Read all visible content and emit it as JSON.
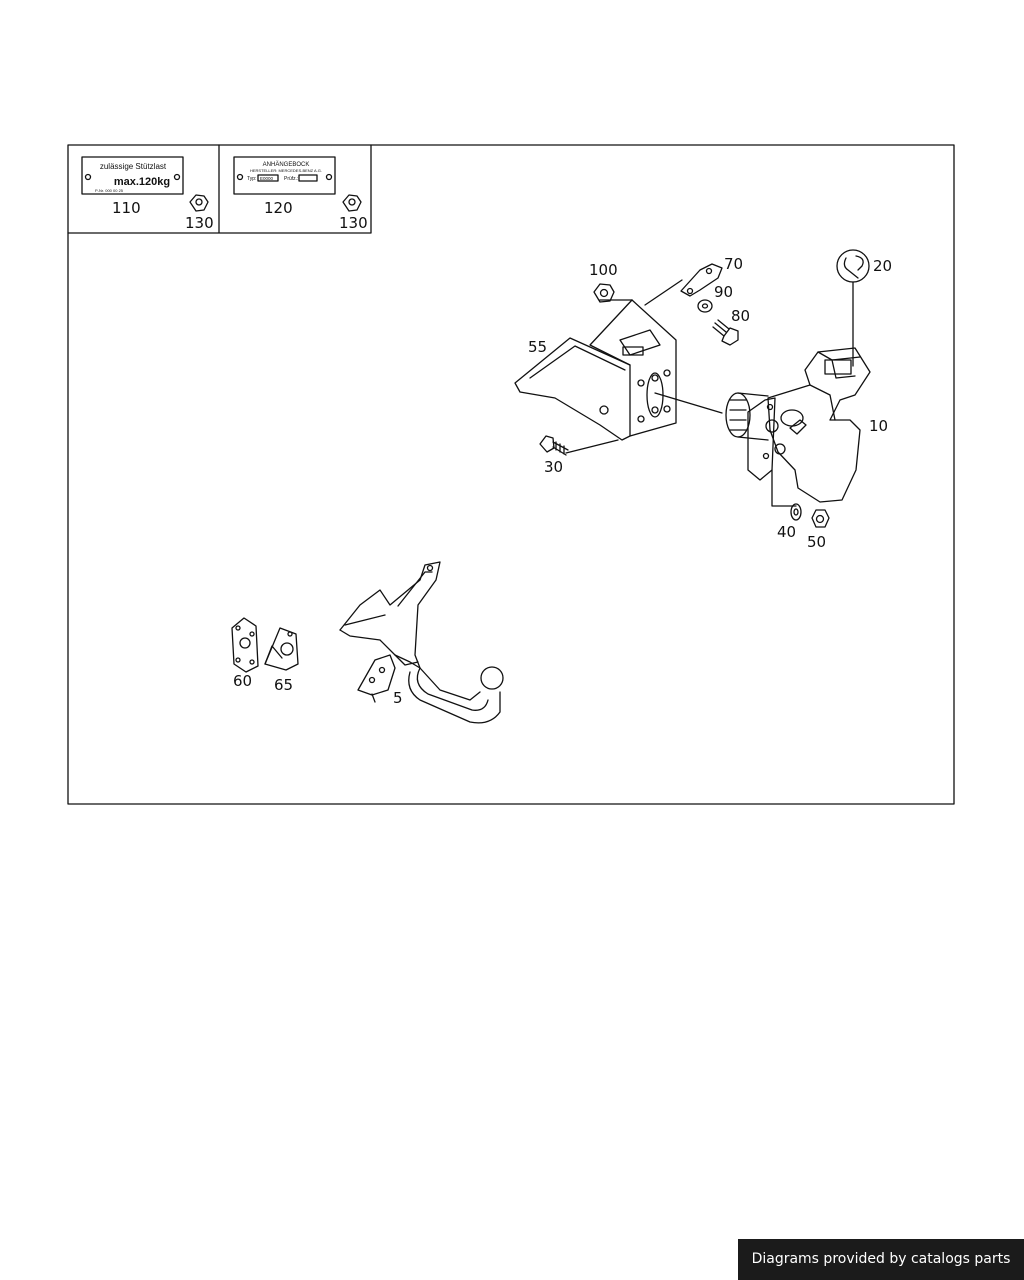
{
  "plates": {
    "load_plate": {
      "line1": "zulässige Stützlast",
      "line2": "max.120kg",
      "line3": "P-Nr. 000 00 25"
    },
    "id_plate": {
      "line1": "ANHÄNGEBOCK",
      "line2": "HERSTELLER: MERCEDES-BENZ A.G.",
      "type_label": "Typ:",
      "type_value": "E0000",
      "pruef_label": "Prüfz.:"
    }
  },
  "callouts": {
    "c110": "110",
    "c130a": "130",
    "c120": "120",
    "c130b": "130",
    "c100": "100",
    "c70": "70",
    "c90": "90",
    "c80": "80",
    "c55": "55",
    "c20": "20",
    "c10": "10",
    "c30": "30",
    "c40": "40",
    "c50": "50",
    "c60": "60",
    "c65": "65",
    "c5": "5"
  },
  "footer": {
    "text": "Diagrams provided by catalogs parts"
  },
  "colors": {
    "line": "#111111",
    "footer_bg": "#1b1b1b",
    "footer_text": "#ffffff"
  }
}
